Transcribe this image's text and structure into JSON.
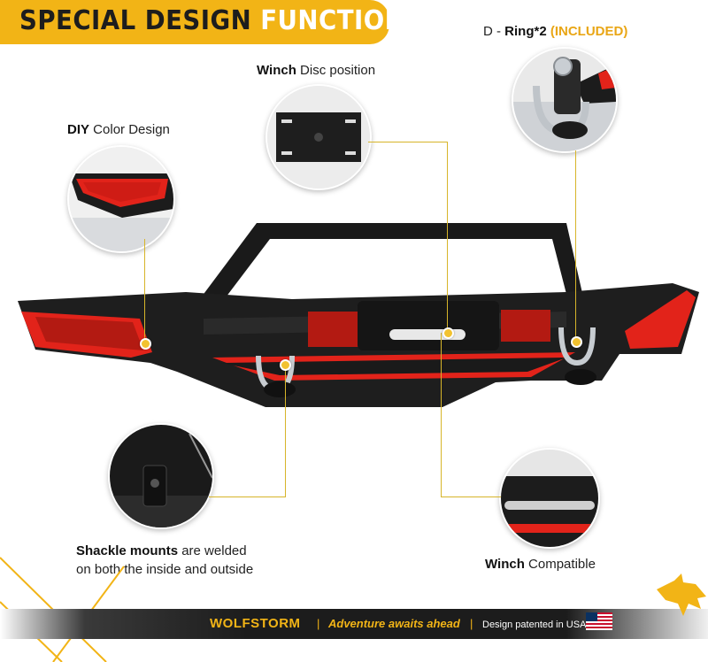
{
  "banner": {
    "word1": "SPECIAL DESIGN",
    "word2": "FUNCTION"
  },
  "labels": {
    "dring_prefix": "D - ",
    "dring_bold": "Ring*2",
    "dring_included": "(INCLUDED)",
    "winch_disc_bold": "Winch",
    "winch_disc_rest": " Disc position",
    "diy_bold": "DIY",
    "diy_rest": " Color Design",
    "shackle_bold": "Shackle mounts",
    "shackle_rest1": " are welded",
    "shackle_line2": "on both the inside and outside",
    "winch_compat_bold": "Winch",
    "winch_compat_rest": " Compatible"
  },
  "footer": {
    "brand": "WOLFSTORM",
    "sep1": "|",
    "slogan": "Adventure awaits ahead",
    "sep2": "|",
    "patent": "Design patented in USA",
    "flag_icon": "us-flag-icon",
    "logo_icon": "wolf-logo-icon"
  },
  "colors": {
    "accent": "#f2b416",
    "red": "#e2231a",
    "dark": "#1c1c1c",
    "leader": "#d7b52a"
  }
}
